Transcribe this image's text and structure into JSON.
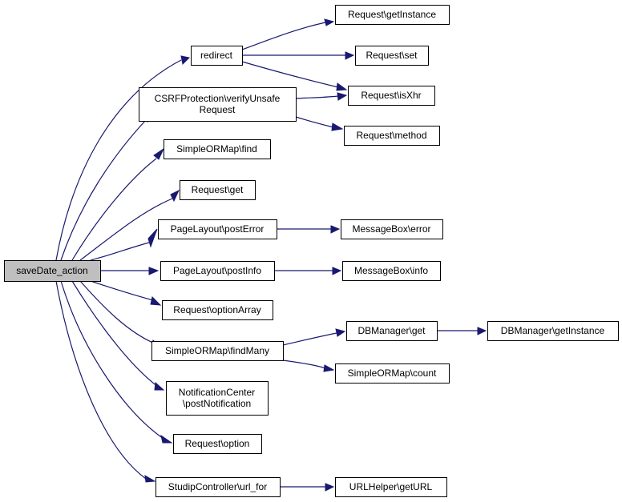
{
  "graph": {
    "root": "saveDate_action",
    "nodes": {
      "saveDate_action": [
        "saveDate_action"
      ],
      "redirect": [
        "redirect"
      ],
      "csrf": [
        "CSRFProtection\\verifyUnsafe",
        "Request"
      ],
      "ormFind": [
        "SimpleORMap\\find"
      ],
      "reqGet": [
        "Request\\get"
      ],
      "plError": [
        "PageLayout\\postError"
      ],
      "plInfo": [
        "PageLayout\\postInfo"
      ],
      "reqOptArr": [
        "Request\\optionArray"
      ],
      "ormFindMany": [
        "SimpleORMap\\findMany"
      ],
      "notif": [
        "NotificationCenter",
        "\\postNotification"
      ],
      "reqOpt": [
        "Request\\option"
      ],
      "urlFor": [
        "StudipController\\url_for"
      ],
      "reqGetInst": [
        "Request\\getInstance"
      ],
      "reqSet": [
        "Request\\set"
      ],
      "reqIsXhr": [
        "Request\\isXhr"
      ],
      "reqMethod": [
        "Request\\method"
      ],
      "mbError": [
        "MessageBox\\error"
      ],
      "mbInfo": [
        "MessageBox\\info"
      ],
      "dbGet": [
        "DBManager\\get"
      ],
      "dbGetInst": [
        "DBManager\\getInstance"
      ],
      "ormCount": [
        "SimpleORMap\\count"
      ],
      "urlGet": [
        "URLHelper\\getURL"
      ]
    },
    "edges": [
      [
        "saveDate_action",
        "redirect"
      ],
      [
        "saveDate_action",
        "csrf"
      ],
      [
        "saveDate_action",
        "ormFind"
      ],
      [
        "saveDate_action",
        "reqGet"
      ],
      [
        "saveDate_action",
        "plError"
      ],
      [
        "saveDate_action",
        "plInfo"
      ],
      [
        "saveDate_action",
        "reqOptArr"
      ],
      [
        "saveDate_action",
        "ormFindMany"
      ],
      [
        "saveDate_action",
        "notif"
      ],
      [
        "saveDate_action",
        "reqOpt"
      ],
      [
        "saveDate_action",
        "urlFor"
      ],
      [
        "redirect",
        "reqGetInst"
      ],
      [
        "redirect",
        "reqSet"
      ],
      [
        "redirect",
        "reqIsXhr"
      ],
      [
        "csrf",
        "reqIsXhr"
      ],
      [
        "csrf",
        "reqMethod"
      ],
      [
        "plError",
        "mbError"
      ],
      [
        "plInfo",
        "mbInfo"
      ],
      [
        "ormFindMany",
        "dbGet"
      ],
      [
        "ormFindMany",
        "ormCount"
      ],
      [
        "dbGet",
        "dbGetInst"
      ],
      [
        "urlFor",
        "urlGet"
      ]
    ]
  }
}
